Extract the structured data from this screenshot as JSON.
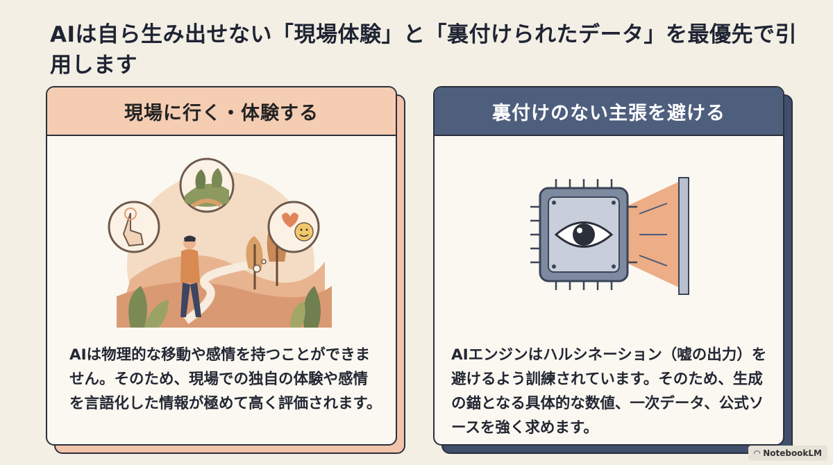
{
  "title": "AIは自ら生み出せない「現場体験」と「裏付けられたデータ」を最優先で引用します",
  "cards": [
    {
      "heading": "現場に行く・体験する",
      "text": "AIは物理的な移動や感情を持つことができません。そのため、現場での独自の体験や感情を言語化した情報が極めて高く評価されます。",
      "illustration": "person-walking-nature-with-thought-bubbles",
      "colors": {
        "header": "#f4cdb3",
        "shadow": "#f2c4ac"
      }
    },
    {
      "heading": "裏付けのない主張を避ける",
      "text": "AIエンジンはハルシネーション（嘘の出力）を避けるよう訓練されています。そのため、生成の錨となる具体的な数値、一次データ、公式ソースを強く求めます。",
      "illustration": "chip-eye-scanning-icon",
      "colors": {
        "header": "#4e5f7e",
        "shadow": "#3f4f6c"
      }
    }
  ],
  "badge": {
    "label": "NotebookLM",
    "icon": "notebooklm-logo-icon"
  }
}
